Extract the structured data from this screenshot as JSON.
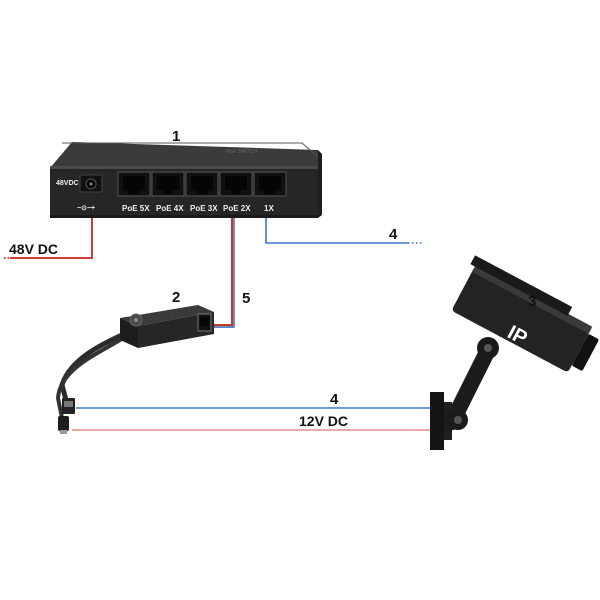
{
  "callouts": {
    "switch": "1",
    "injector": "2",
    "camera": "3",
    "link_top": "4",
    "link_bottom": "4",
    "patch": "5"
  },
  "switch": {
    "power_label": "48VDC",
    "polarity_label": "−⊙−+",
    "ports": [
      "PoE 5X",
      "PoE 4X",
      "PoE 3X",
      "PoE 2X",
      "1X"
    ]
  },
  "camera": {
    "badge": "IP"
  },
  "wires": {
    "power_in_label": "48V DC",
    "camera_power_label": "12V DC"
  },
  "colors": {
    "ethernet": "#3a78c8",
    "power": "#d23a3a",
    "power_light": "#e58a8a",
    "patch_red": "#c0392b",
    "patch_blue": "#2e5fb0",
    "device": "#2b2b2b",
    "device_top": "#3a3a3a"
  }
}
